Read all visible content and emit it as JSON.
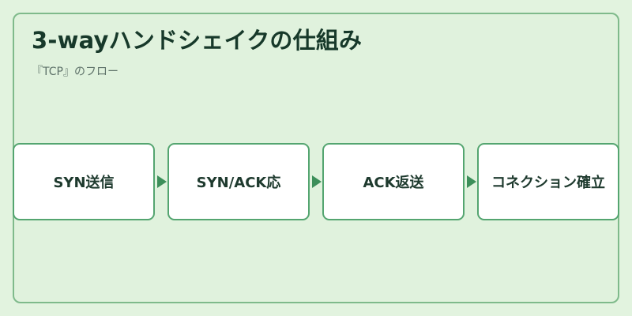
{
  "header": {
    "title": "3-wayハンドシェイクの仕組み",
    "subtitle": "『TCP』のフロー"
  },
  "flow": {
    "steps": [
      {
        "label": "SYN送信"
      },
      {
        "label": "SYN/ACK応"
      },
      {
        "label": "ACK返送"
      },
      {
        "label": "コネクション確立"
      }
    ]
  },
  "colors": {
    "background": "#e0f2dd",
    "frame_border": "#7fba8b",
    "step_border": "#54a570",
    "arrow": "#3d8f5a",
    "title_text": "#17392a"
  }
}
